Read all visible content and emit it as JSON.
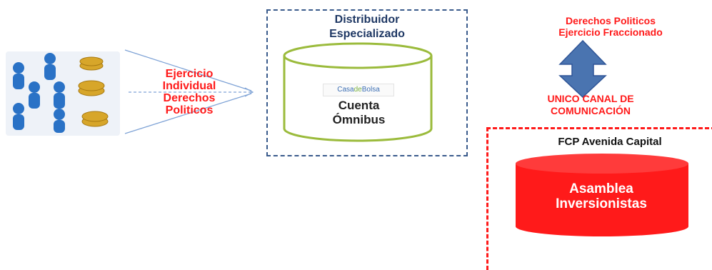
{
  "left_text": [
    "Ejercicio",
    "Individual",
    "Derechos",
    "Politicos"
  ],
  "distributor": {
    "title_lines": [
      "Distribuidor",
      "Especializado"
    ],
    "logo": {
      "part1": "Casa",
      "part2": "de",
      "part3": "Bolsa"
    },
    "account_lines": [
      "Cuenta",
      "Ómnibus"
    ]
  },
  "derechos_lines": [
    "Derechos Politicos",
    "Ejercicio Fraccionado"
  ],
  "unico_lines": [
    "UNICO CANAL DE",
    "COMUNICACIÓN"
  ],
  "fcp": {
    "title": "FCP Avenida Capital",
    "asamblea_lines": [
      "Asamblea",
      "Inversionistas"
    ]
  },
  "colors": {
    "red": "#ff1a1a",
    "navy": "#1f3864",
    "green": "#9bbb3c",
    "arrow_blue": "#4a74b0",
    "dashed_box": "#3a5b8c"
  },
  "icons": [
    "investors-coins-icon"
  ]
}
